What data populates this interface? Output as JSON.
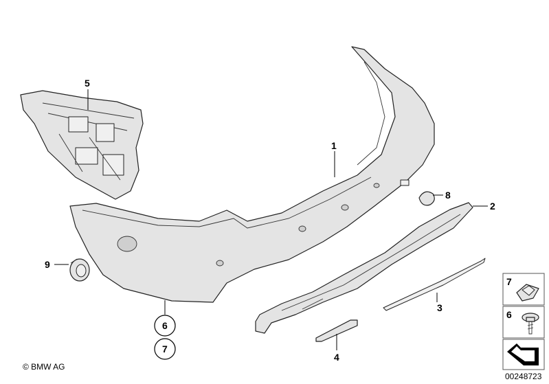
{
  "callouts": {
    "c1": "1",
    "c2": "2",
    "c3": "3",
    "c4": "4",
    "c5": "5",
    "c6": "6",
    "c7": "7",
    "c8": "8",
    "c9": "9"
  },
  "legend": {
    "l7": "7",
    "l6": "6"
  },
  "footer": {
    "copyright": "© BMW AG",
    "doc_number": "00248723"
  }
}
